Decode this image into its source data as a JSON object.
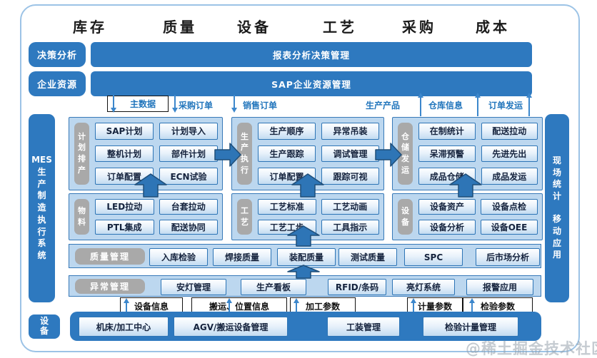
{
  "top_headers": [
    "库存",
    "质量",
    "设备",
    "工艺",
    "采购",
    "成本"
  ],
  "bands": [
    {
      "label": "决策分析",
      "banner": "报表分析决策管理"
    },
    {
      "label": "企业资源",
      "banner": "SAP企业资源管理"
    }
  ],
  "flow_labels": {
    "inputs": [
      "主数据",
      "采购订单",
      "销售订单"
    ],
    "outputs": [
      "生产产品",
      "仓库信息",
      "订单发运"
    ]
  },
  "left_sidebar": "MES生产制造执行系统",
  "right_sidebar": "现场统计 移动应用",
  "panels_row1": [
    {
      "label": "计划排产",
      "items": [
        "SAP计划",
        "计划导入",
        "整机计划",
        "部件计划",
        "订单配置",
        "ECN试验"
      ]
    },
    {
      "label": "生产执行",
      "items": [
        "生产顺序",
        "异常吊装",
        "生产跟踪",
        "调试管理",
        "订单配置",
        "跟踪可视"
      ]
    },
    {
      "label": "仓储发运",
      "items": [
        "在制统计",
        "配送拉动",
        "呆滞预警",
        "先进先出",
        "成品仓储",
        "成品发运"
      ]
    }
  ],
  "panels_row2": [
    {
      "label": "物料",
      "items": [
        "LED拉动",
        "台套拉动",
        "PTL集成",
        "配送协同"
      ]
    },
    {
      "label": "工艺",
      "items": [
        "工艺标准",
        "工艺动画",
        "工艺工步",
        "工具指示"
      ]
    },
    {
      "label": "设备",
      "items": [
        "设备资产",
        "设备点检",
        "设备分析",
        "设备OEE"
      ]
    }
  ],
  "quality_bar": {
    "label": "质量管理",
    "items": [
      "入库检验",
      "焊接质量",
      "装配质量",
      "测试质量",
      "SPC",
      "后市场分析"
    ]
  },
  "exception_bar": {
    "label": "异常管理",
    "items": [
      "安灯管理",
      "生产看板",
      "RFID/条码",
      "亮灯系统",
      "报警应用"
    ]
  },
  "bottom_labels": [
    "设备信息",
    "搬运、位置信息",
    "加工参数",
    "计量参数",
    "检验参数"
  ],
  "bottom_bar": {
    "label": "设备",
    "items": [
      "机床/加工中心",
      "AGV/搬运设备管理",
      "工装管理",
      "检验计量管理"
    ]
  },
  "watermark": "@稀土掘金技术社区",
  "colors": {
    "primary": "#2E79BF",
    "panel_bg": "#BCD7EF",
    "gray_label": "#A9A9A9",
    "flow_text": "#2175BC",
    "arrow_fill": "#2E75B6",
    "arrow_stroke": "#1F4E79"
  }
}
